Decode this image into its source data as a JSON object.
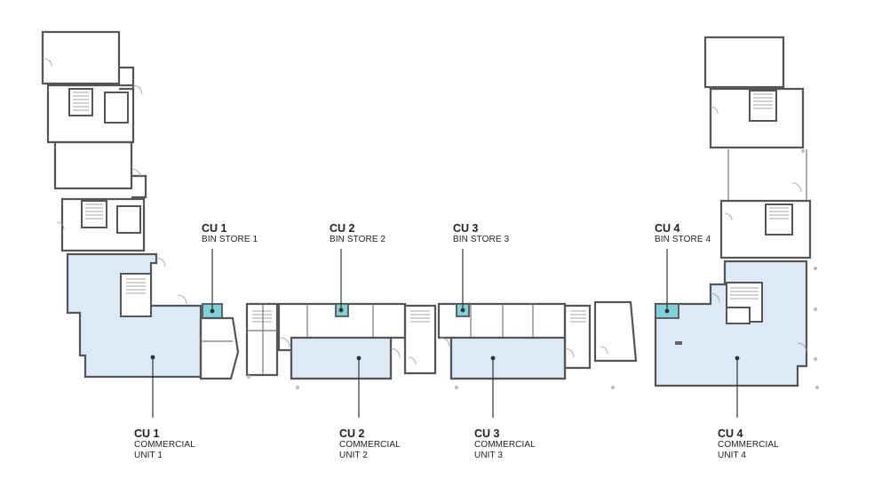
{
  "colors": {
    "unit_fill": "#dce9f6",
    "bin_fill": "#7fd3d8",
    "wall": "#555555",
    "text": "#222222"
  },
  "bin_labels": [
    {
      "title": "CU 1",
      "sub": "BIN STORE 1"
    },
    {
      "title": "CU 2",
      "sub": "BIN STORE 2"
    },
    {
      "title": "CU 3",
      "sub": "BIN STORE 3"
    },
    {
      "title": "CU 4",
      "sub": "BIN STORE 4"
    }
  ],
  "unit_labels": [
    {
      "title": "CU 1",
      "line1": "COMMERCIAL",
      "line2": "UNIT 1"
    },
    {
      "title": "CU 2",
      "line1": "COMMERCIAL",
      "line2": "UNIT 2"
    },
    {
      "title": "CU 3",
      "line1": "COMMERCIAL",
      "line2": "UNIT 3"
    },
    {
      "title": "CU 4",
      "line1": "COMMERCIAL",
      "line2": "UNIT 4"
    }
  ]
}
